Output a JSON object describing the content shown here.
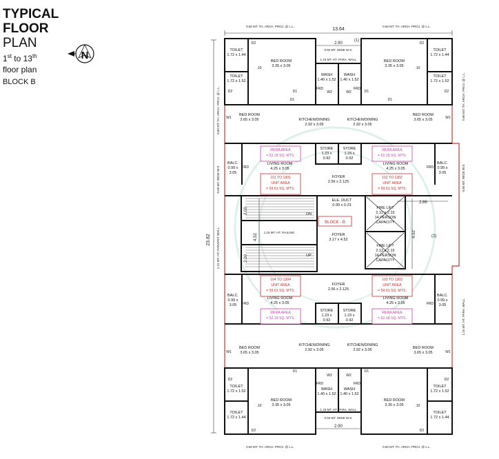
{
  "legend": {
    "title_line1": "TYPICAL",
    "title_line2": "FLOOR",
    "title_line3": "PLAN",
    "floors_a": "1",
    "floors_sup_a": "st",
    "floors_b": " to 13",
    "floors_sup_b": "th",
    "floors_c": "floor plan",
    "block": "BLOCK B"
  },
  "compass": {
    "letter": "N"
  },
  "dims": {
    "total_width": "13.64",
    "total_height": "23.82",
    "proj_top_left": "0.60 MT. TH. ARCH. PROJ. @ L.L.",
    "proj_top_right": "0.60 MT. TH. ARCH. PROJ. @ L.L.",
    "proj_bottom_left": "0.60 MT. TH. ARCH. PROJ. @ L.L.",
    "proj_bottom_right": "0.60 MT. TH. ARCH. PROJ. @ L.L.",
    "gap_top": "2.90",
    "gap_bottom": "2.90",
    "ws_top": "0.60 MT. WIDE W.S.",
    "ws_bottom": "0.60 MT. WIDE W.S.",
    "para_top": "1.15 MT. HT. PARA. WALL",
    "para_bottom": "1.15 MT. HT. PARA. WALL",
    "stair_len": "4.52",
    "lift_len": "4.52",
    "stair_w1": "2.00",
    "stair_w2": "2.00",
    "top_right_w": "2.86",
    "railing": "1.15 MT. HT. RAILING",
    "side_left_1": "0.60 MT. TH. ARCH. PROJ. @ L.L.",
    "side_left_2": "0.60 MT. WIDE W.S.",
    "side_left_3": "1.15 MT. HT. PARAPET WALL",
    "side_right_1": "0.60 MT. TH. ARCH. PROJ. @ L.L.",
    "side_right_2": "0.60 MT. WIDE W.S.",
    "side_right_3": "1.15 MT. HT. PARA. WALL",
    "marker_1": "(1)",
    "marker_2": "(2)"
  },
  "rooms": {
    "toilet": "TOILET",
    "bedroom": "BED ROOM",
    "wash": "WASH",
    "kitchen": "KITCHEN/DINING",
    "store": "STORE",
    "living": "LIVING ROOM",
    "balc": "BALC.",
    "foyer": "FOYER",
    "ele_duct": "ELE. DUCT",
    "ele_duct_dim": "0.99 x 0.23",
    "fire_lift": "FIRE LIFT",
    "fire_lift_dim": "2.12 x 2.15",
    "person_cap": "14 PERSON",
    "capacity": "CAPACITY",
    "block_label": "BLOCK - B",
    "core_foyer_dim": "3.17 x 4.52",
    "dn": "DN",
    "up": "UP",
    "frd": "FRD",
    "d1": "D1",
    "d2": "D2",
    "w1": "W1",
    "w2": "W2",
    "dim_toilet_a": "1.72 x 1.44",
    "dim_toilet_b": "1.72 x 1.52",
    "dim_bed_small": "3.35 x 3.05",
    "dim_bed_large": "3.65 x 3.05",
    "dim_wash": "1.40 x 1.52",
    "dim_kitchen": "2.92 x 3.05",
    "dim_store_a": "1.23 x",
    "dim_store_b": "0.92",
    "dim_living": "4.25 x 3.05",
    "dim_balc_a": "0.99 x",
    "dim_balc_b": "3.05",
    "dim_foyer": "2.56 x 2.125",
    "tenth": ".10"
  },
  "units": {
    "u1": "101 TO 1301",
    "u2": "102 TO 1302",
    "u3": "104 TO 1304",
    "u4": "103 TO 1303",
    "unit_area": "UNIT AREA",
    "unit_area_val": "= 59.61 SQ. MTS.",
    "rera_area": "RERA AREA",
    "rera_area_val": "= 52.18 SQ. MTS."
  },
  "colors": {
    "wall": "#111111",
    "rera": "#d43ab5",
    "unit": "#d42a2a",
    "ext": "#cc3333"
  }
}
